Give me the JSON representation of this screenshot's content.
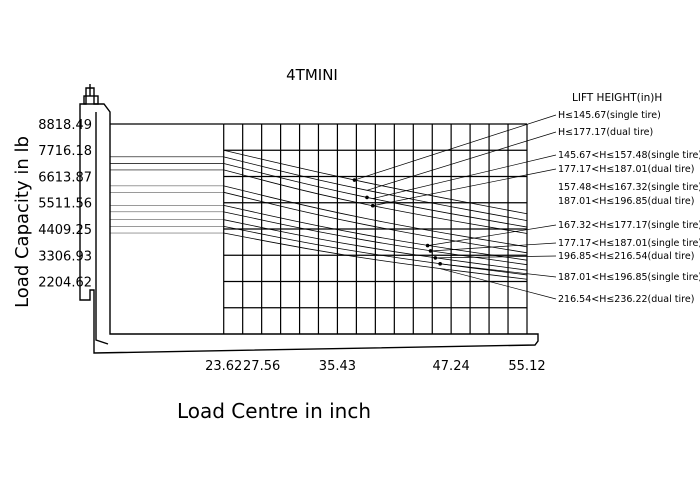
{
  "chart_data": {
    "type": "line",
    "title": "4TMINI",
    "xlabel": "Load Centre in inch",
    "ylabel": "Load Capacity in lb",
    "legend_title": "LIFT HEIGHT(in)H",
    "x_ticks": [
      "23.62",
      "27.56",
      "35.43",
      "47.24",
      "55.12"
    ],
    "y_ticks": [
      "8818.49",
      "7716.18",
      "6613.87",
      "5511.56",
      "4409.25",
      "3306.93",
      "2204.62"
    ],
    "xlim": [
      11.81,
      55.12
    ],
    "ylim": [
      0,
      8818.49
    ],
    "x_grid": [
      23.62,
      25.59,
      27.56,
      29.53,
      31.5,
      33.46,
      35.43,
      37.4,
      39.37,
      41.34,
      43.31,
      45.28,
      47.24,
      49.21,
      51.18,
      53.15,
      55.12
    ],
    "y_grid": [
      1102.31,
      2204.62,
      3306.93,
      4409.25,
      5511.56,
      6613.87,
      7716.18,
      8818.49
    ],
    "legend_placement": "right",
    "series": [
      {
        "name": "H≤145.67(single tire)",
        "x": [
          23.62,
          33.46,
          43.31,
          55.12
        ],
        "y": [
          7716,
          6780,
          5950,
          5050
        ]
      },
      {
        "name": "H≤177.17(dual tire)",
        "x": [
          23.62,
          33.46,
          43.31,
          55.12
        ],
        "y": [
          7440,
          6450,
          5640,
          4760
        ]
      },
      {
        "name": "145.67<H≤157.48(single tire)",
        "x": [
          23.62,
          33.46,
          43.31,
          55.12
        ],
        "y": [
          7160,
          6160,
          5330,
          4490
        ]
      },
      {
        "name": "177.17<H≤187.01(dual tire)",
        "x": [
          23.62,
          33.46,
          43.31,
          55.12
        ],
        "y": [
          6890,
          5850,
          5040,
          4220
        ]
      },
      {
        "name": "157.48<H≤167.32(single tire)",
        "x": [
          23.62,
          33.46,
          43.31,
          55.12
        ],
        "y": [
          6220,
          5250,
          4450,
          3660
        ]
      },
      {
        "name": "187.01<H≤196.85(dual tire)",
        "x": [
          23.62,
          33.46,
          43.31,
          55.12
        ],
        "y": [
          5950,
          4980,
          4190,
          3410
        ]
      },
      {
        "name": "167.32<H≤177.17(single tire)",
        "x": [
          23.62,
          33.46,
          43.31,
          55.12
        ],
        "y": [
          5400,
          4520,
          3800,
          3100
        ]
      },
      {
        "name": "177.17<H≤187.01(single tire)",
        "x": [
          23.62,
          33.46,
          43.31,
          55.12
        ],
        "y": [
          5130,
          4280,
          3590,
          2910
        ]
      },
      {
        "name": "196.85<H≤216.54(dual tire)",
        "x": [
          23.62,
          33.46,
          43.31,
          55.12
        ],
        "y": [
          4800,
          3980,
          3320,
          2680
        ]
      },
      {
        "name": "187.01<H≤196.85(single tire)",
        "x": [
          23.62,
          33.46,
          43.31,
          55.12
        ],
        "y": [
          4520,
          3720,
          3090,
          2480
        ]
      },
      {
        "name": "216.54<H≤236.22(dual tire)",
        "x": [
          23.62,
          33.46,
          43.31,
          55.12
        ],
        "y": [
          4240,
          3480,
          2880,
          2300
        ]
      }
    ],
    "legend_marker_x": [
      37.2,
      38.5,
      39.1,
      44.8,
      45.1,
      45.6,
      46.1
    ],
    "grid": true
  }
}
